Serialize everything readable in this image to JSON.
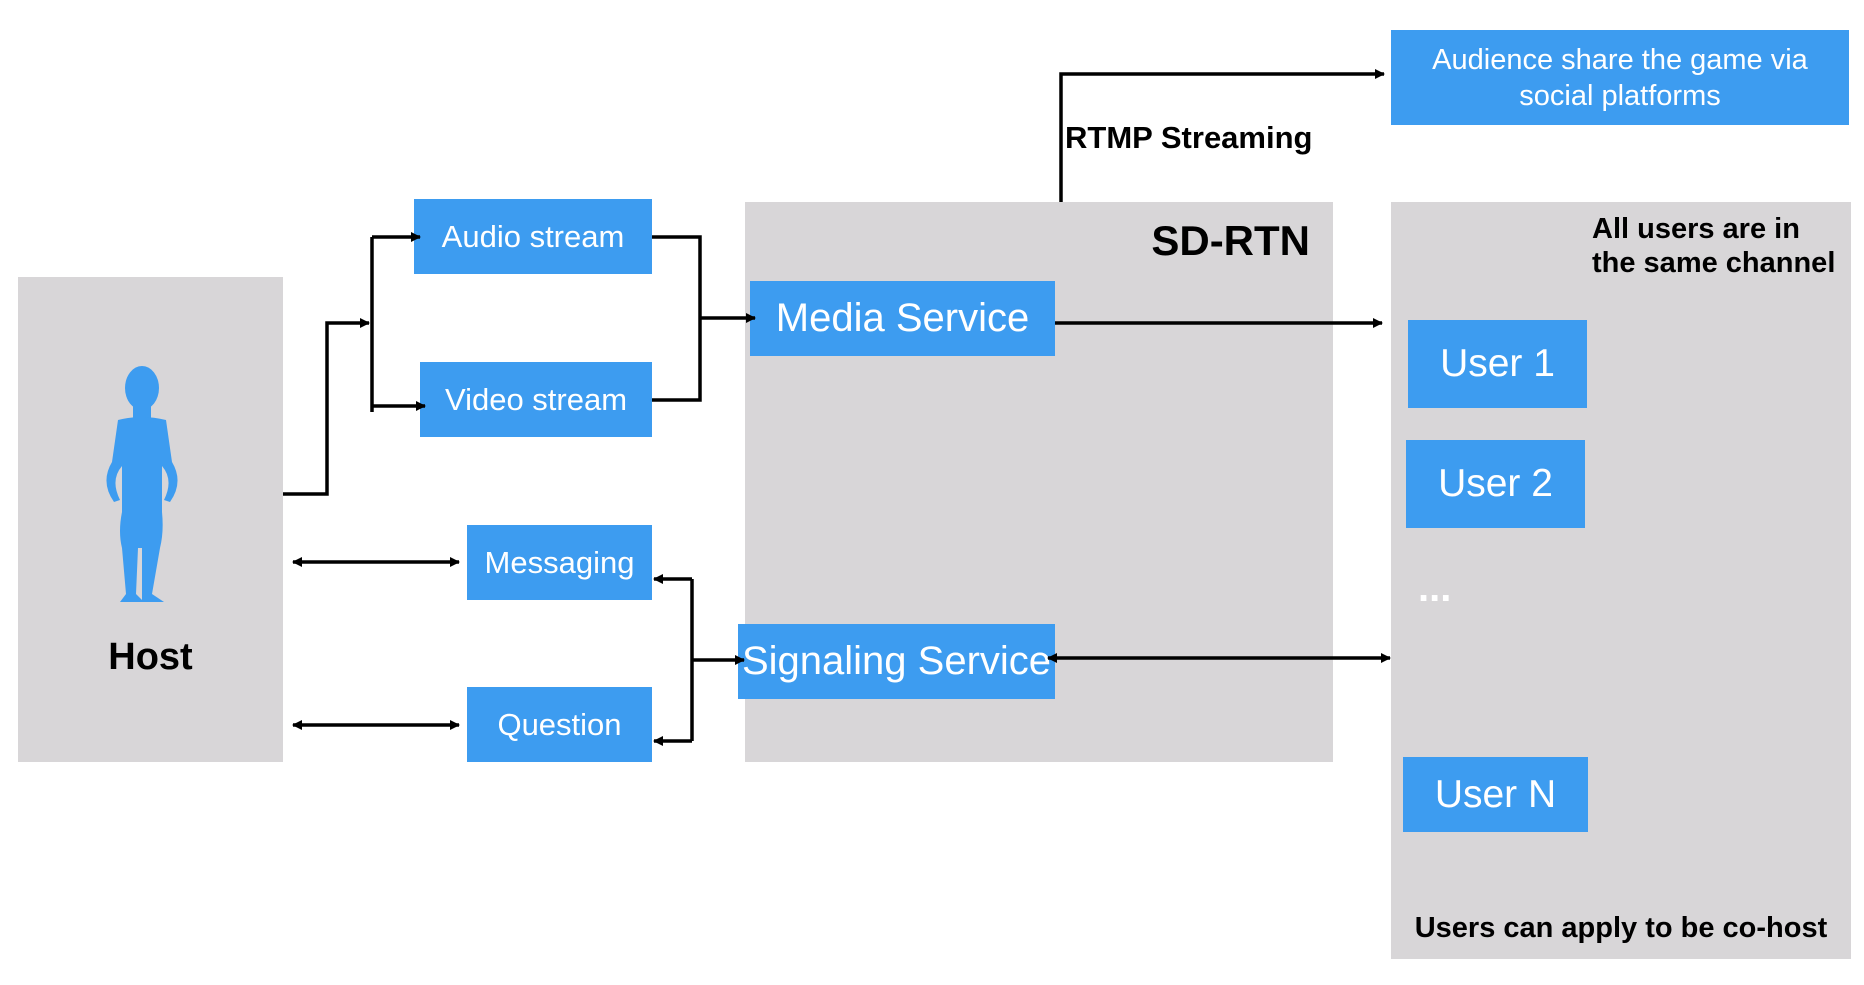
{
  "colors": {
    "box": "#3d9cf0",
    "panel": "#d8d6d8",
    "line": "#000000"
  },
  "host": {
    "label": "Host",
    "figure_icon": "person-silhouette-icon"
  },
  "streams": {
    "audio": "Audio stream",
    "video": "Video stream"
  },
  "controls": {
    "messaging": "Messaging",
    "question": "Question"
  },
  "sdrtn": {
    "title": "SD-RTN",
    "media": "Media Service",
    "signaling": "Signaling Service"
  },
  "rtmp": {
    "label": "RTMP Streaming",
    "audience": "Audience share the game via social platforms"
  },
  "channel": {
    "note": "All users are in the same channel",
    "users": [
      "User 1",
      "User 2",
      "...",
      "User N"
    ],
    "footer": "Users can apply to be co-host"
  }
}
